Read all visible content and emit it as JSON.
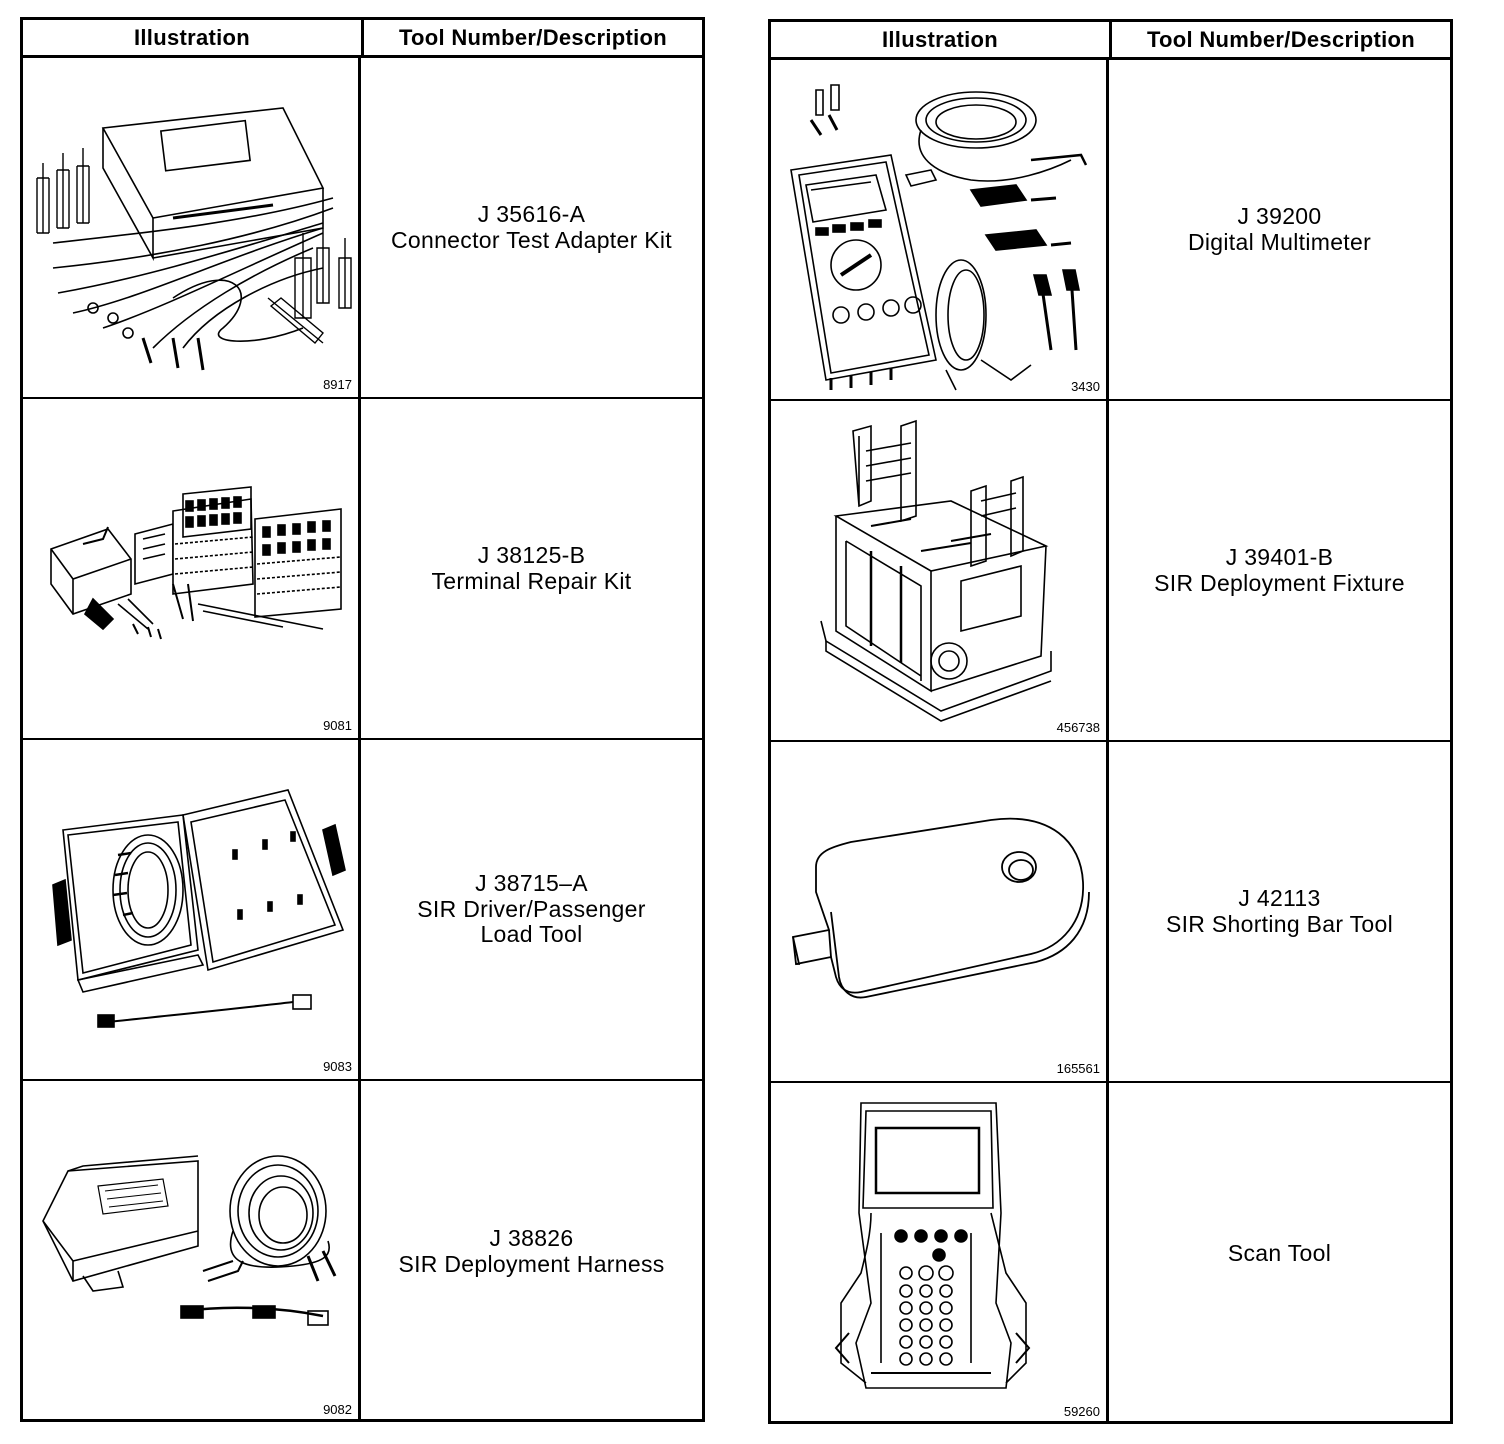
{
  "columns": {
    "illustration": "Illustration",
    "tool": "Tool Number/Description"
  },
  "left_table": [
    {
      "number": "J 35616-A",
      "description": "Connector Test Adapter Kit",
      "description2": "",
      "figure": "8917",
      "icon": "connector-test-adapter-kit-icon"
    },
    {
      "number": "J 38125-B",
      "description": "Terminal Repair Kit",
      "description2": "",
      "figure": "9081",
      "icon": "terminal-repair-kit-icon"
    },
    {
      "number": "J 38715–A",
      "description": "SIR Driver/Passenger",
      "description2": "Load Tool",
      "figure": "9083",
      "icon": "load-tool-case-icon"
    },
    {
      "number": "J 38826",
      "description": "SIR Deployment Harness",
      "description2": "",
      "figure": "9082",
      "icon": "deployment-harness-icon"
    }
  ],
  "right_table": [
    {
      "number": "J 39200",
      "description": "Digital Multimeter",
      "description2": "",
      "figure": "3430",
      "icon": "digital-multimeter-icon"
    },
    {
      "number": "J 39401-B",
      "description": "SIR Deployment Fixture",
      "description2": "",
      "figure": "456738",
      "icon": "deployment-fixture-icon"
    },
    {
      "number": "J 42113",
      "description": "SIR Shorting Bar Tool",
      "description2": "",
      "figure": "165561",
      "icon": "shorting-bar-tool-icon"
    },
    {
      "number": "",
      "description": "Scan Tool",
      "description2": "",
      "figure": "59260",
      "icon": "scan-tool-icon"
    }
  ]
}
